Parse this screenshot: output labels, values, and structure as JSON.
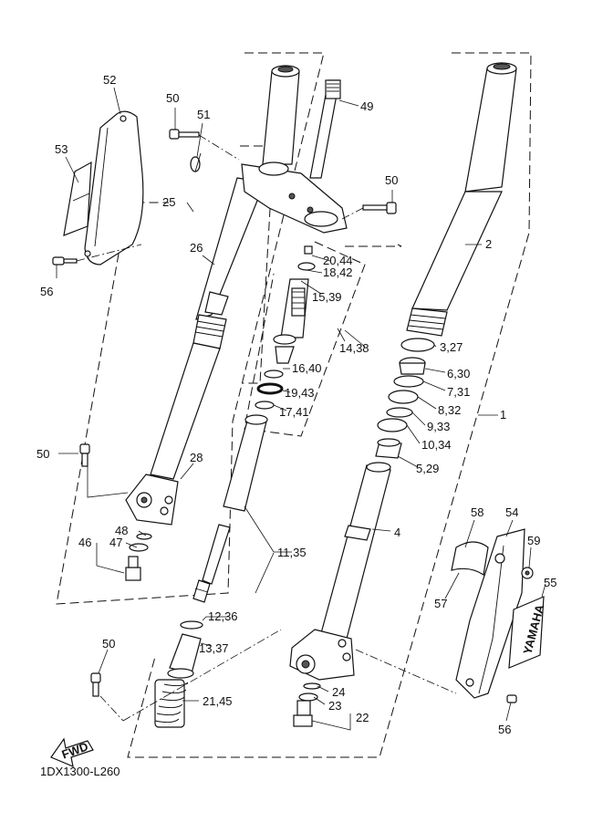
{
  "diagram": {
    "code": "1DX1300-L260",
    "fwd_label": "FWD",
    "brand_text": "YAMAHA",
    "callouts": [
      {
        "id": "c52",
        "text": "52"
      },
      {
        "id": "c53",
        "text": "53"
      },
      {
        "id": "c56a",
        "text": "56"
      },
      {
        "id": "c50a",
        "text": "50"
      },
      {
        "id": "c51",
        "text": "51"
      },
      {
        "id": "c25",
        "text": "25"
      },
      {
        "id": "c26",
        "text": "26"
      },
      {
        "id": "c49",
        "text": "49"
      },
      {
        "id": "c50b",
        "text": "50"
      },
      {
        "id": "c2",
        "text": "2"
      },
      {
        "id": "c20_44",
        "text": "20,44"
      },
      {
        "id": "c18_42",
        "text": "18,42"
      },
      {
        "id": "c15_39",
        "text": "15,39"
      },
      {
        "id": "c14_38",
        "text": "14,38"
      },
      {
        "id": "c3_27",
        "text": "3,27"
      },
      {
        "id": "c16_40",
        "text": "16,40"
      },
      {
        "id": "c6_30",
        "text": "6,30"
      },
      {
        "id": "c19_43",
        "text": "19,43"
      },
      {
        "id": "c7_31",
        "text": "7,31"
      },
      {
        "id": "c8_32",
        "text": "8,32"
      },
      {
        "id": "c1",
        "text": "1"
      },
      {
        "id": "c17_41",
        "text": "17,41"
      },
      {
        "id": "c9_33",
        "text": "9,33"
      },
      {
        "id": "c10_34",
        "text": "10,34"
      },
      {
        "id": "c50c",
        "text": "50"
      },
      {
        "id": "c28",
        "text": "28"
      },
      {
        "id": "c5_29",
        "text": "5,29"
      },
      {
        "id": "c48",
        "text": "48"
      },
      {
        "id": "c46",
        "text": "46"
      },
      {
        "id": "c47",
        "text": "47"
      },
      {
        "id": "c4",
        "text": "4"
      },
      {
        "id": "c58",
        "text": "58"
      },
      {
        "id": "c54",
        "text": "54"
      },
      {
        "id": "c59",
        "text": "59"
      },
      {
        "id": "c11_35",
        "text": "11,35"
      },
      {
        "id": "c55",
        "text": "55"
      },
      {
        "id": "c57",
        "text": "57"
      },
      {
        "id": "c12_36",
        "text": "12,36"
      },
      {
        "id": "c13_37",
        "text": "13,37"
      },
      {
        "id": "c50d",
        "text": "50"
      },
      {
        "id": "c24",
        "text": "24"
      },
      {
        "id": "c21_45",
        "text": "21,45"
      },
      {
        "id": "c23",
        "text": "23"
      },
      {
        "id": "c22",
        "text": "22"
      },
      {
        "id": "c56b",
        "text": "56"
      }
    ]
  }
}
